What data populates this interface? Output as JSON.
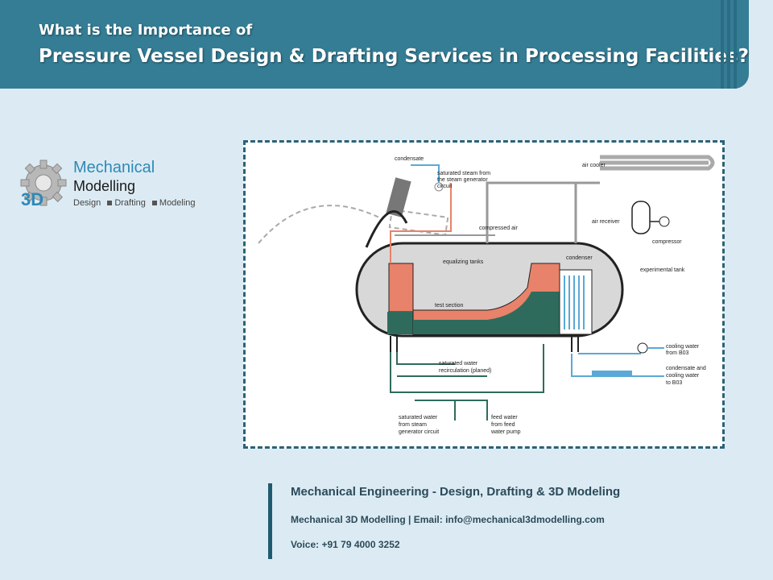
{
  "header": {
    "line1": "What is the Importance of",
    "line2": "Pressure Vessel Design & Drafting Services in Processing Facilities?"
  },
  "logo": {
    "badge": "3D",
    "name1": "Mechanical",
    "name2": "Modelling",
    "tags": [
      "Design",
      "Drafting",
      "Modeling"
    ]
  },
  "diagram": {
    "labels": {
      "condensate": "condensate",
      "saturated_steam": [
        "saturated steam from",
        "the steam generator",
        "circuit"
      ],
      "air_cooler": "air cooler",
      "compressed_air": "compressed air",
      "air_receiver": "air receiver",
      "compressor": "compressor",
      "equalizing_tanks": "equalizing tanks",
      "condenser": "condenser",
      "experimental_tank": "experimental tank",
      "test_section": "test section",
      "cooling_water": [
        "cooling water",
        "from B03"
      ],
      "condensate_cooling": [
        "condensate and",
        "cooling water",
        "to B03"
      ],
      "saturated_water": [
        "saturated water",
        "recirculation (planed)"
      ],
      "saturated_water_steam": [
        "saturated water",
        "from steam",
        "generator circuit"
      ],
      "feed_water": [
        "feed water",
        "from feed",
        "water pump"
      ]
    }
  },
  "footer": {
    "title": "Mechanical Engineering - Design, Drafting & 3D Modeling",
    "contact": "Mechanical 3D Modelling | Email: info@mechanical3dmodelling.com",
    "voice": "Voice: +91 79 4000 3252"
  },
  "colors": {
    "header_bg": "#347d95",
    "page_bg": "#dcebf3",
    "steam": "#e8826a",
    "water": "#2f6b5c",
    "cooling": "#5aa9d6"
  }
}
